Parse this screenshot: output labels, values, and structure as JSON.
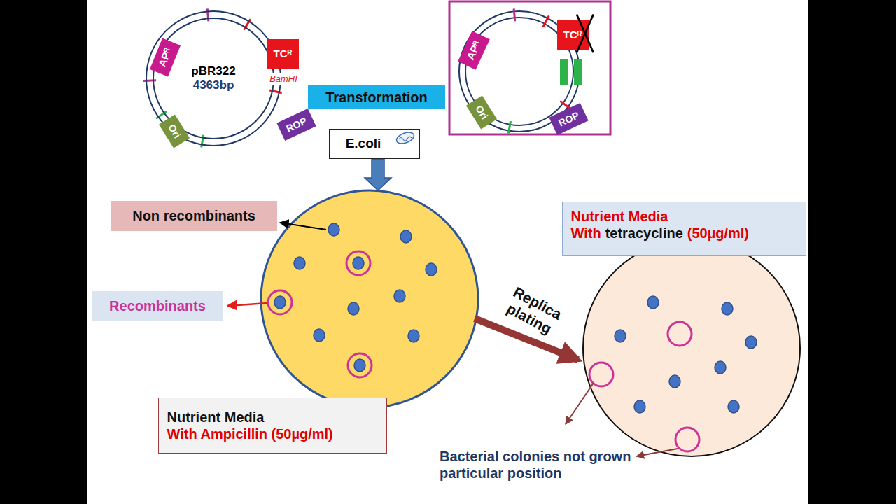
{
  "diagram": {
    "nodes": [
      {
        "text": [
          "pBR322",
          "4363bp"
        ]
      },
      {
        "text": [
          "APᴿ"
        ],
        "in": 0
      },
      {
        "text": [
          "TCᴿ"
        ],
        "in": 0
      },
      {
        "text": [
          "Ori"
        ],
        "in": 0
      },
      {
        "text": [
          "ROP"
        ],
        "in": 0
      },
      {
        "text": [
          "Transformation"
        ]
      },
      {
        "text": [
          "APᴿ"
        ]
      },
      {
        "text": [
          "TCᴿ"
        ]
      },
      {
        "text": [
          "Ori"
        ]
      },
      {
        "text": [
          "ROP"
        ]
      },
      {
        "text": [
          "E.coli"
        ]
      },
      {
        "text": [
          "Non recombinants"
        ]
      },
      {
        "text": [
          "Recombinants"
        ]
      },
      {
        "text": [
          "Nutrient Media",
          "With Ampicillin (50µg/ml)"
        ]
      },
      {
        "text": [
          "Nutrient Media",
          "With",
          "tetracycline",
          "(50µg/ml)"
        ]
      }
    ],
    "labels": [
      "BamHI",
      "Replica plating",
      "Bacterial colonies not grown particular position"
    ]
  }
}
